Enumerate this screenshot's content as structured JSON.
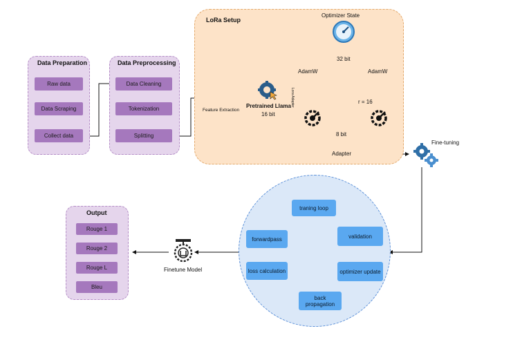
{
  "data_preparation": {
    "title": "Data Preparation",
    "items": [
      "Raw data",
      "Data Scraping",
      "Collect data"
    ]
  },
  "data_preprocessing": {
    "title": "Data Preprocessing",
    "items": [
      "Data Cleaning",
      "Tokenization",
      "Splitting"
    ]
  },
  "feature_extraction": {
    "label": "Feature Extraction",
    "icon": "puzzle-gear-icon"
  },
  "lora": {
    "title": "LoRa Setup",
    "optimizer_state": "Optimizer State",
    "pretrained": "Pretrained Llama",
    "pretrained_bits": "16 bit",
    "bits_32": "32 bit",
    "adamw_left": "AdamW",
    "adamw_right": "AdamW",
    "lora_adapter": "Lora Adapter",
    "rank": "r = 16",
    "bits_8": "8 bit",
    "adapter": "Adapter"
  },
  "fine_tuning": {
    "label": "Fine-tuning",
    "icon": "gears-icon"
  },
  "training_loop": {
    "training": "traning loop",
    "forwardpass": "forwardpass",
    "loss": "loss calculation",
    "backprop": "back propagation",
    "optimizer_update": "optimizer update",
    "validation": "validation"
  },
  "finetune_model": {
    "label": "Finetune Model",
    "icon": "robot-gear-icon"
  },
  "output": {
    "title": "Output",
    "items": [
      "Rouge 1",
      "Rouge 2",
      "Rouge L",
      "Bleu"
    ]
  }
}
